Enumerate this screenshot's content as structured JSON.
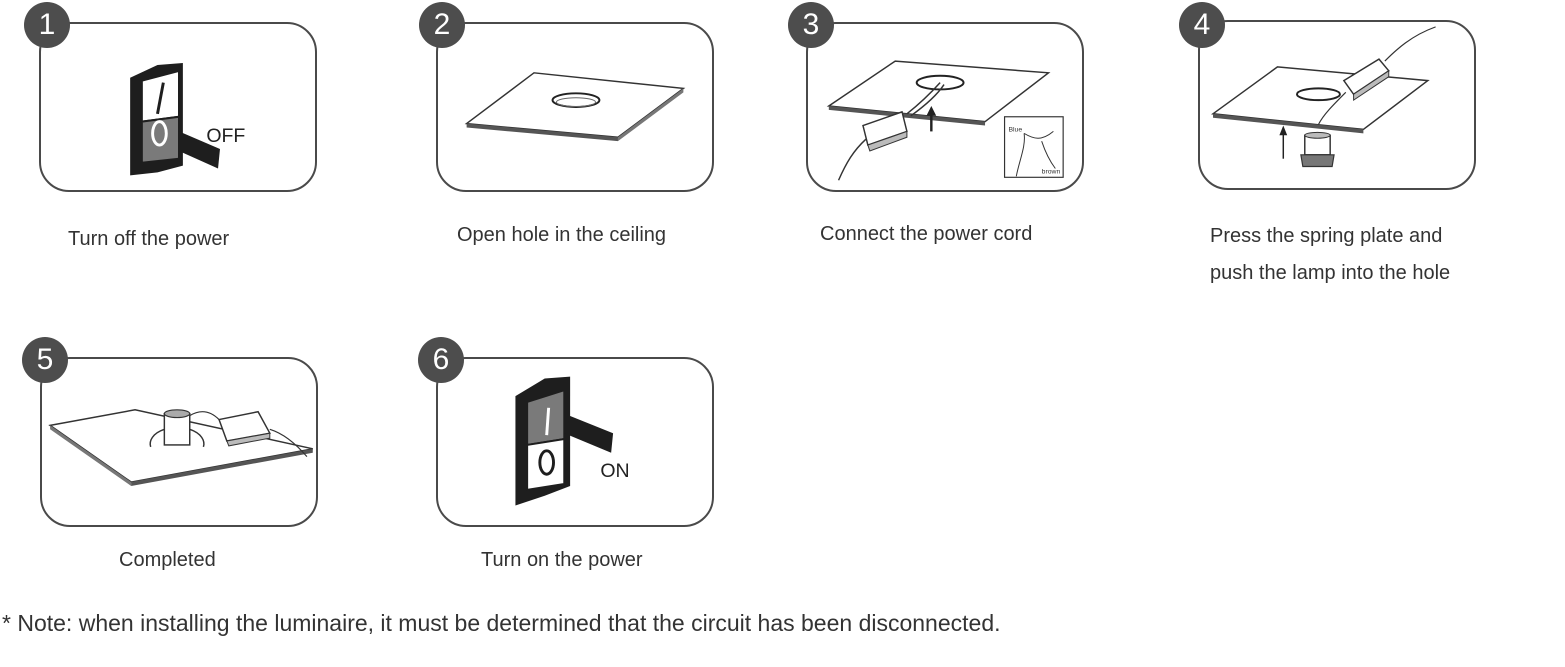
{
  "steps": [
    {
      "number": "1",
      "caption": "Turn off the power",
      "switch_label": "OFF"
    },
    {
      "number": "2",
      "caption": "Open hole in the ceiling"
    },
    {
      "number": "3",
      "caption": "Connect the power cord",
      "wire_labels": [
        "Blue",
        "brown"
      ]
    },
    {
      "number": "4",
      "caption_line1": "Press the spring plate and",
      "caption_line2": "push the lamp into the hole"
    },
    {
      "number": "5",
      "caption": "Completed"
    },
    {
      "number": "6",
      "caption": "Turn on the power",
      "switch_label": "ON"
    }
  ],
  "note": "* Note: when installing the luminaire, it must be determined that the circuit has been disconnected.",
  "colors": {
    "badge": "#4d4d4d",
    "border": "#4a4a4a",
    "switch": "#1e1e1e",
    "text": "#333333"
  }
}
